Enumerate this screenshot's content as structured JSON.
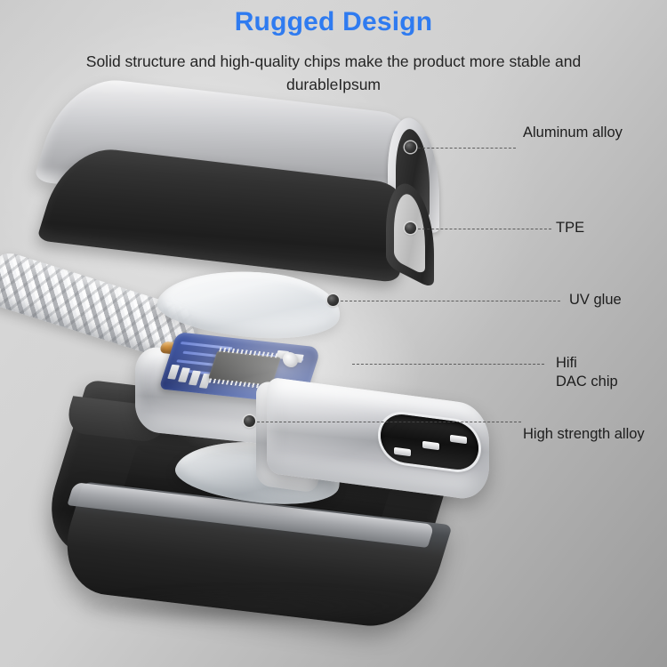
{
  "header": {
    "title": "Rugged Design",
    "title_color": "#2f7bf0",
    "subtitle": "Solid structure and high-quality chips make the product more stable and durableIpsum"
  },
  "callouts": [
    {
      "id": "aluminum-alloy",
      "label": "Aluminum alloy"
    },
    {
      "id": "tpe",
      "label": "TPE"
    },
    {
      "id": "uv-glue",
      "label": "UV glue"
    },
    {
      "id": "hifi-dac-chip",
      "label": "Hifi\nDAC chip"
    },
    {
      "id": "high-strength-alloy",
      "label": "High strength alloy"
    }
  ],
  "product": {
    "type": "USB-C audio adapter cable, exploded view",
    "parts": [
      "aluminum-alloy-top-shell",
      "tpe-dark-shell",
      "uv-glue-upper",
      "braided-cable",
      "hifi-dac-pcb",
      "usb-c-connector",
      "uv-glue-lower",
      "lower-dark-housing"
    ]
  },
  "palette": {
    "background_light": "#d6d6d6",
    "background_dark": "#9a9a9a",
    "accent_blue": "#2f7bf0",
    "text_dark": "#1d1d1d",
    "pcb_blue": "#1d3486",
    "metal_light": "#fbfbfb",
    "metal_dark": "#9fa1a5",
    "tpe_black": "#242424"
  }
}
